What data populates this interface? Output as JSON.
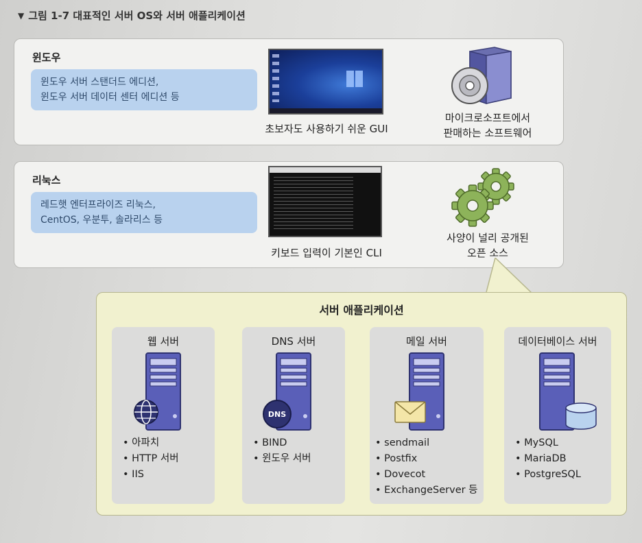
{
  "figure": {
    "caption": "그림 1-7 대표적인 서버 OS와 서버 애플리케이션"
  },
  "windows": {
    "label": "윈도우",
    "products_line1": "윈도우 서버 스탠더드 에디션,",
    "products_line2": "윈도우 서버 데이터 센터 에디션 등",
    "interface_caption": "초보자도 사용하기 쉬운 GUI",
    "license_line1": "마이크로소프트에서",
    "license_line2": "판매하는 소프트웨어",
    "icon": "software-box-icon"
  },
  "linux": {
    "label": "리눅스",
    "products_line1": "레드햇 엔터프라이즈 리눅스,",
    "products_line2": "CentOS, 우분투, 솔라리스 등",
    "interface_caption": "키보드 입력이 기본인 CLI",
    "license_line1": "사양이 널리 공개된",
    "license_line2": "오픈 소스",
    "icon": "gears-icon"
  },
  "applications": {
    "title": "서버 애플리케이션",
    "cards": [
      {
        "title": "웹 서버",
        "badge": "globe-icon",
        "items": [
          "아파치",
          "HTTP 서버",
          "IIS"
        ]
      },
      {
        "title": "DNS 서버",
        "badge": "DNS",
        "items": [
          "BIND",
          "윈도우 서버"
        ]
      },
      {
        "title": "메일 서버",
        "badge": "envelope-icon",
        "items": [
          "sendmail",
          "Postfix",
          "Dovecot",
          "ExchangeServer 등"
        ]
      },
      {
        "title": "데이터베이스 서버",
        "badge": "database-icon",
        "items": [
          "MySQL",
          "MariaDB",
          "PostgreSQL"
        ]
      }
    ]
  },
  "colors": {
    "os_box": "#b9d2ee",
    "apps_panel": "#f1f1cf",
    "server_body": "#5a5fb8",
    "gear": "#8db35a"
  }
}
